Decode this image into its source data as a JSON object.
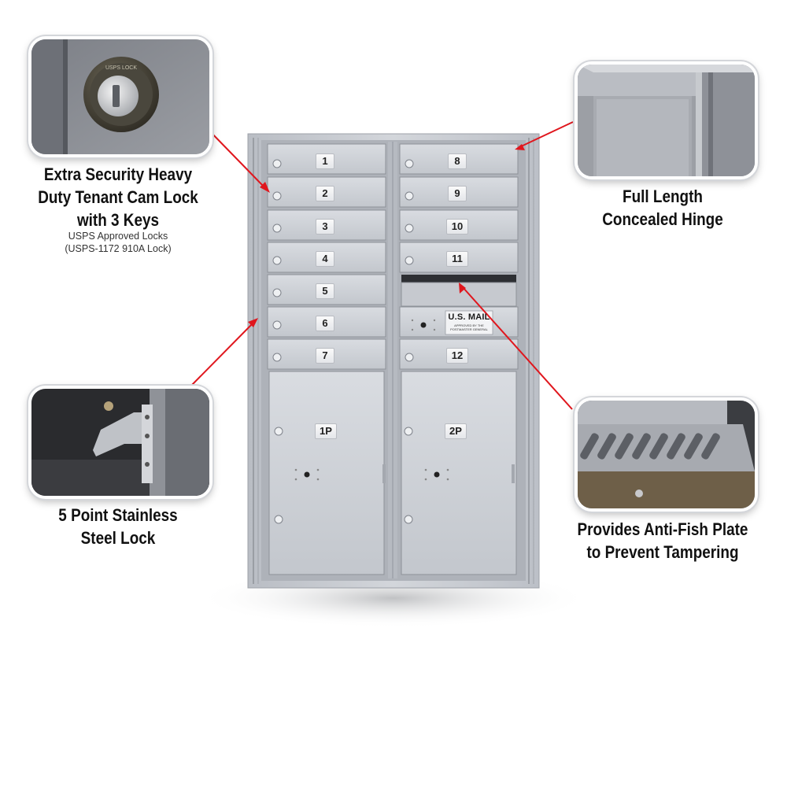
{
  "features": {
    "cam_lock": {
      "lines": [
        "Extra Security Heavy",
        "Duty Tenant Cam Lock",
        "with 3 Keys"
      ],
      "sub_lines": [
        "USPS Approved Locks",
        "(USPS-1172 910A Lock)"
      ],
      "lock_engraving": "USPS LOCK"
    },
    "hinge": {
      "lines": [
        "Full Length",
        "Concealed Hinge"
      ]
    },
    "stainless_lock": {
      "lines": [
        "5 Point Stainless",
        "Steel Lock"
      ]
    },
    "anti_fish": {
      "lines": [
        "Provides Anti-Fish Plate",
        "to Prevent Tampering"
      ]
    }
  },
  "mailbox": {
    "left_doors": [
      "1",
      "2",
      "3",
      "4",
      "5",
      "6",
      "7"
    ],
    "right_doors": [
      "8",
      "9",
      "10",
      "11",
      "12"
    ],
    "parcel_lockers": [
      "1P",
      "2P"
    ],
    "outgoing_plate": {
      "title": "U.S. MAIL",
      "fine_print": [
        "APPROVED BY THE",
        "POSTMASTER GENERAL"
      ]
    }
  },
  "colors": {
    "arrow": "#e0161d",
    "mailbox_metal": "#c9ccd2",
    "inset_border": "#d4d6da"
  }
}
